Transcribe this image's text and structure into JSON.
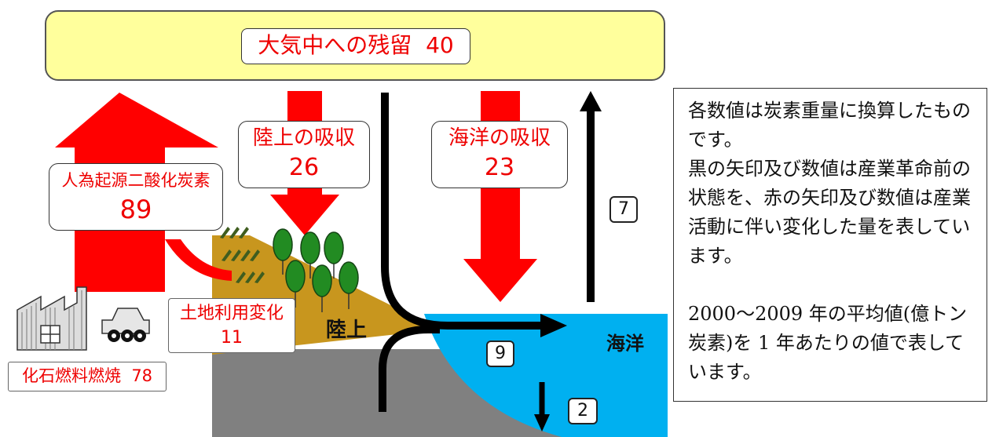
{
  "atmosphere": {
    "label": "大気中への残留",
    "value": "40"
  },
  "flows": {
    "anthropogenic": {
      "label": "人為起源二酸化炭素",
      "value": "89"
    },
    "land_uptake": {
      "label": "陸上の吸収",
      "value": "26"
    },
    "ocean_uptake": {
      "label": "海洋の吸収",
      "value": "23"
    },
    "land_use_change": {
      "label": "土地利用変化",
      "value": "11"
    },
    "fossil_fuel": {
      "label": "化石燃料燃焼",
      "value": "78"
    }
  },
  "natural_flows": {
    "ocean_to_atmosphere": "7",
    "land_to_ocean": "9",
    "ocean_to_sediment": "2"
  },
  "regions": {
    "land": "陸上",
    "ocean": "海洋"
  },
  "note": {
    "line1": "各数値は炭素重量に換算したものです。",
    "line2": "黒の矢印及び数値は産業革命前の状態を、赤の矢印及び数値は産業活動に伴い変化した量を表しています。",
    "line3": "2000〜2009 年の平均値(億トン炭素)を 1 年あたりの値で表しています。"
  },
  "colors": {
    "red": "#ff0000",
    "black": "#000000",
    "atmosphere": "#ffff9c",
    "land": "#c8961e",
    "ocean": "#00b0f0",
    "ground": "#808080",
    "tree": "#228b22"
  }
}
